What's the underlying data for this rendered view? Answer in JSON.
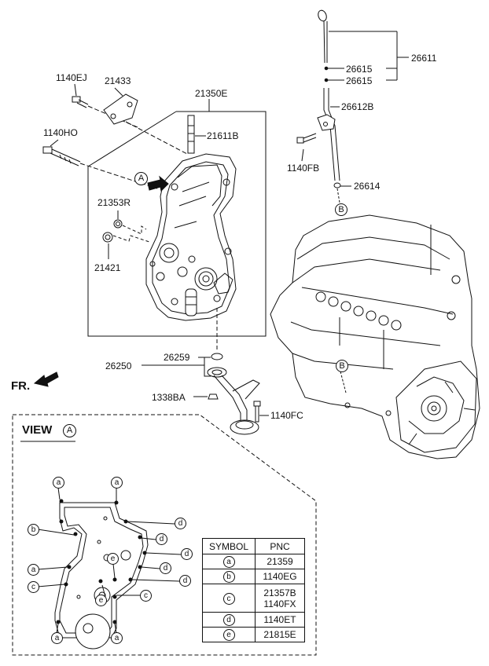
{
  "parts": {
    "p1140ej": "1140EJ",
    "p21433": "21433",
    "p21350e": "21350E",
    "p1140ho": "1140HO",
    "p21611b": "21611B",
    "p21353r": "21353R",
    "p21421": "21421",
    "p26611": "26611",
    "p26615a": "26615",
    "p26615b": "26615",
    "p26612b": "26612B",
    "p1140fb": "1140FB",
    "p26614": "26614",
    "p26259": "26259",
    "p26250": "26250",
    "p1338ba": "1338BA",
    "p1140fc": "1140FC"
  },
  "markers": {
    "a": "A",
    "b_top": "B",
    "b_engine": "B"
  },
  "fr_label": "FR.",
  "view": {
    "title": "VIEW",
    "marker": "A"
  },
  "callouts": {
    "a1": "a",
    "a2": "a",
    "a3": "a",
    "a4": "a",
    "a5": "a",
    "b1": "b",
    "c1": "c",
    "c2": "c",
    "d1": "d",
    "d2": "d",
    "d3": "d",
    "d4": "d",
    "d5": "d",
    "e1": "e",
    "e2": "e"
  },
  "legend": {
    "headers": {
      "symbol": "SYMBOL",
      "pnc": "PNC"
    },
    "rows": [
      {
        "symbol": "a",
        "pnc_1": "21359",
        "pnc_2": ""
      },
      {
        "symbol": "b",
        "pnc_1": "1140EG",
        "pnc_2": ""
      },
      {
        "symbol": "c",
        "pnc_1": "21357B",
        "pnc_2": "1140FX"
      },
      {
        "symbol": "d",
        "pnc_1": "1140ET",
        "pnc_2": ""
      },
      {
        "symbol": "e",
        "pnc_1": "21815E",
        "pnc_2": ""
      }
    ]
  }
}
